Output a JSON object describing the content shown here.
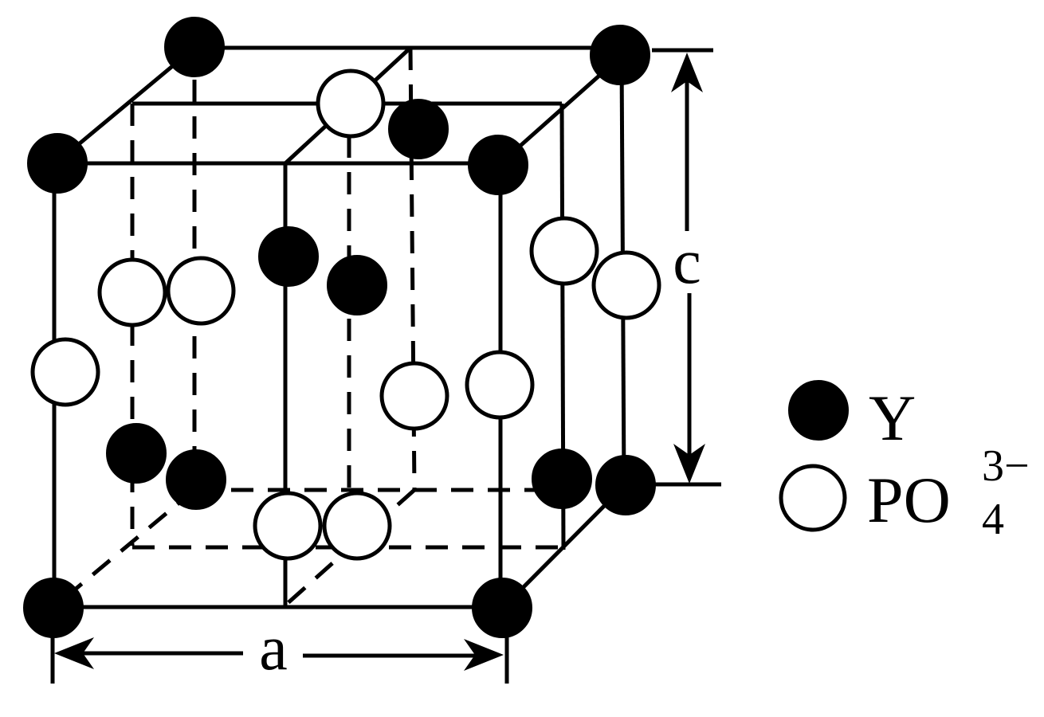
{
  "labels": {
    "dimension_a": "a",
    "dimension_c": "c"
  },
  "legend": {
    "y_label": "Y",
    "po4_label": "PO",
    "po4_subscript": "4",
    "po4_superscript": "3−"
  },
  "colors": {
    "y_atom": "#000000",
    "po4_atom_fill": "#ffffff",
    "line": "#000000"
  }
}
